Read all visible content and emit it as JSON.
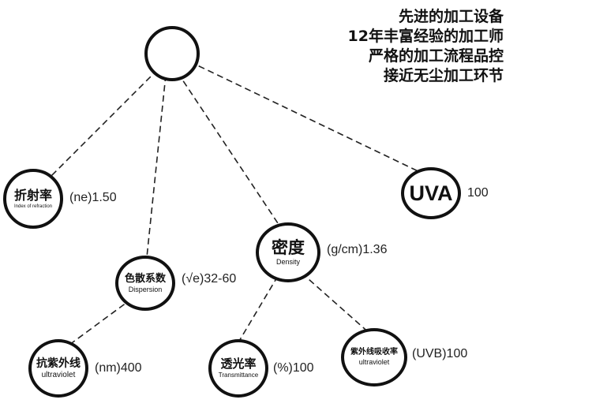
{
  "taglines": [
    "先进的加工设备",
    "12年丰富经验的加工师",
    "严格的加工流程品控",
    "接近无尘加工环节"
  ],
  "nodes": {
    "root": {
      "zh": "",
      "en": ""
    },
    "refraction": {
      "zh": "折射率",
      "en": "Index of refraction",
      "value": "(ne)1.50"
    },
    "uva": {
      "zh": "UVA",
      "en": "",
      "value": "100"
    },
    "density": {
      "zh": "密度",
      "en": "Density",
      "value": "(g/cm)1.36"
    },
    "dispersion": {
      "zh": "色散系数",
      "en": "Dispersion",
      "value": "(√e)32-60"
    },
    "uv_resist": {
      "zh": "抗紫外线",
      "en": "ultraviolet",
      "value": "(nm)400"
    },
    "transmittance": {
      "zh": "透光率",
      "en": "Transmittance",
      "value": "(%)100"
    },
    "uvb": {
      "zh": "紫外线吸收率",
      "en": "ultraviolet",
      "value": "(UVB)100"
    }
  },
  "colors": {
    "line": "#222222",
    "border": "#111111",
    "text": "#111111"
  }
}
